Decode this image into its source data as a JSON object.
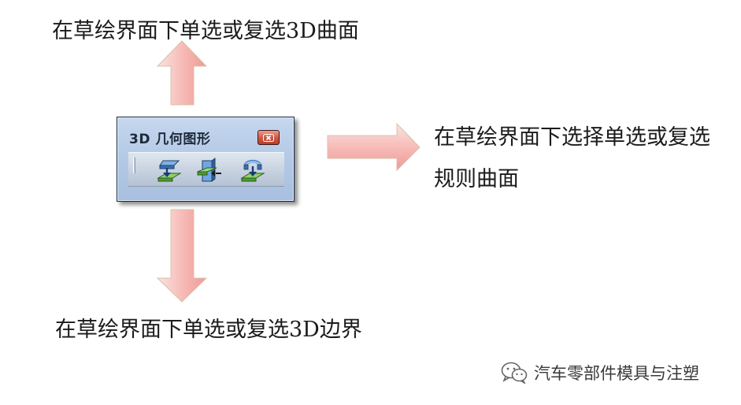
{
  "annotations": {
    "top": "在草绘界面下单选或复选3D曲面",
    "right": "在草绘界面下选择单选或复选规则曲面",
    "bottom": "在草绘界面下单选或复选3D边界"
  },
  "toolbar": {
    "title": "3D 几何图形",
    "close_icon": "close-icon",
    "tools": [
      {
        "icon": "surface-3d-icon"
      },
      {
        "icon": "ruled-surface-icon"
      },
      {
        "icon": "boundary-3d-icon"
      }
    ]
  },
  "watermark": {
    "icon": "wechat-icon",
    "text": "汽车零部件模具与注塑"
  },
  "colors": {
    "arrow_fill_light": "#fbe3e0",
    "arrow_fill_dark": "#ef9a97",
    "arrow_stroke": "#d8c1a8",
    "toolbar_bg": "#b3c9e6",
    "close_red": "#d35a45"
  }
}
